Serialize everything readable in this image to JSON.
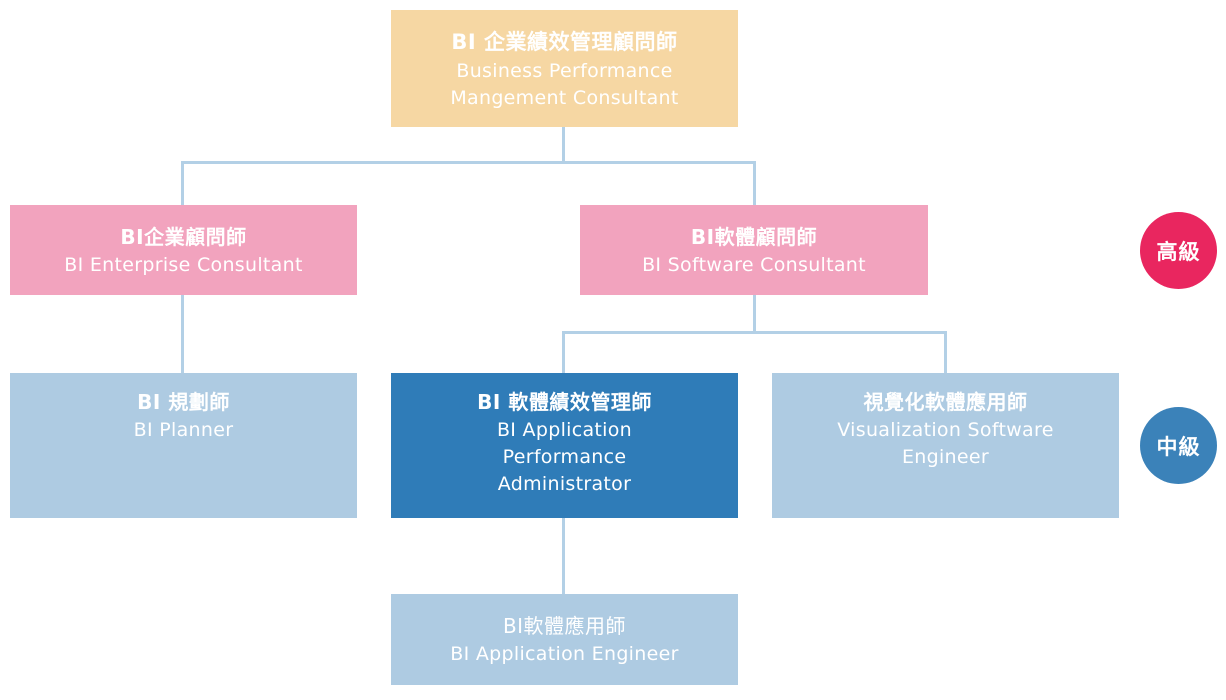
{
  "nodes": {
    "root": {
      "title": "BI 企業績效管理顧問師",
      "subtitle": "Business Performance\nMangement Consultant"
    },
    "enterprise_consultant": {
      "title": "BI企業顧問師",
      "subtitle": "BI Enterprise Consultant"
    },
    "software_consultant": {
      "title": "BI軟體顧問師",
      "subtitle": "BI Software Consultant"
    },
    "planner": {
      "title": "BI 規劃師",
      "subtitle": "BI Planner"
    },
    "performance_administrator": {
      "title": "BI 軟體績效管理師",
      "subtitle": "BI Application\nPerformance\nAdministrator"
    },
    "visualization_engineer": {
      "title": "視覺化軟體應用師",
      "subtitle": "Visualization Software\nEngineer"
    },
    "application_engineer": {
      "title": "BI軟體應用師",
      "subtitle": "BI Application Engineer"
    }
  },
  "badges": {
    "advanced": {
      "label": "高級"
    },
    "intermediate": {
      "label": "中級"
    }
  },
  "colors": {
    "root_box": "#F6D7A3",
    "pink_box": "#F2A3BE",
    "light_blue_box": "#AECBE2",
    "dark_blue_box": "#2F7CB8",
    "connector": "#B3D0E6",
    "badge_advanced": "#E9265F",
    "badge_intermediate": "#3B82B9",
    "text": "#FFFFFF"
  }
}
